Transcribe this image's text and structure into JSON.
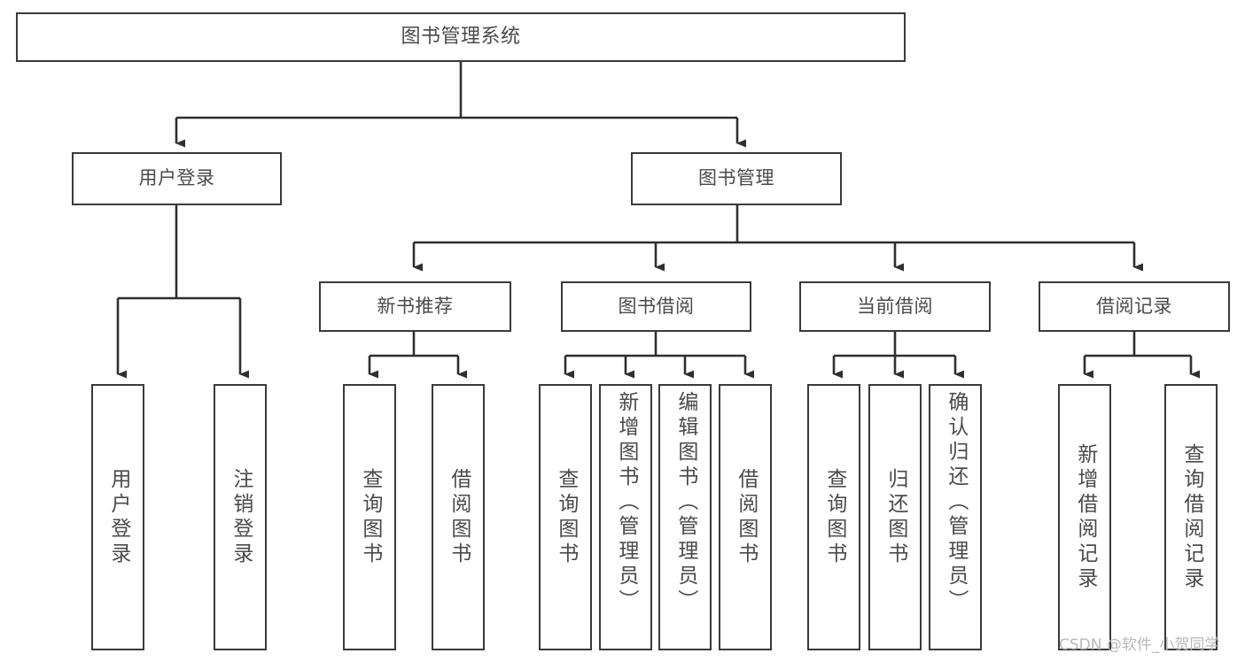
{
  "diagram": {
    "type": "tree-hierarchy",
    "title": "图书管理系统",
    "orientation": "top-down",
    "colors": {
      "box_border": "#3a3a3a",
      "box_fill": "#ffffff",
      "text": "#4a4a4a",
      "edge": "#2f2f2f",
      "watermark": "#b9b9b9",
      "background": "#ffffff"
    },
    "root": {
      "id": "root",
      "label": "图书管理系统"
    },
    "level1": [
      {
        "id": "user-login",
        "label": "用户登录"
      },
      {
        "id": "book-manage",
        "label": "图书管理"
      }
    ],
    "level2": [
      {
        "id": "new-book-rec",
        "label": "新书推荐",
        "parent": "book-manage"
      },
      {
        "id": "book-borrow",
        "label": "图书借阅",
        "parent": "book-manage"
      },
      {
        "id": "current-borrow",
        "label": "当前借阅",
        "parent": "book-manage"
      },
      {
        "id": "borrow-record",
        "label": "借阅记录",
        "parent": "book-manage"
      }
    ],
    "leaves": [
      {
        "id": "leaf-user-login",
        "label": "用户登录",
        "parent": "user-login"
      },
      {
        "id": "leaf-user-logout",
        "label": "注销登录",
        "parent": "user-login"
      },
      {
        "id": "leaf-query-book-1",
        "label": "查询图书",
        "parent": "new-book-rec"
      },
      {
        "id": "leaf-borrow-book-1",
        "label": "借阅图书",
        "parent": "new-book-rec"
      },
      {
        "id": "leaf-query-book-2",
        "label": "查询图书",
        "parent": "book-borrow"
      },
      {
        "id": "leaf-add-book",
        "label": "新增图书（管理员）",
        "parent": "book-borrow"
      },
      {
        "id": "leaf-edit-book",
        "label": "编辑图书（管理员）",
        "parent": "book-borrow"
      },
      {
        "id": "leaf-borrow-book-2",
        "label": "借阅图书",
        "parent": "book-borrow"
      },
      {
        "id": "leaf-query-book-3",
        "label": "查询图书",
        "parent": "current-borrow"
      },
      {
        "id": "leaf-return-book",
        "label": "归还图书",
        "parent": "current-borrow"
      },
      {
        "id": "leaf-confirm-return",
        "label": "确认归还（管理员）",
        "parent": "current-borrow"
      },
      {
        "id": "leaf-add-record",
        "label": "新增借阅记录",
        "parent": "borrow-record"
      },
      {
        "id": "leaf-query-record",
        "label": "查询借阅记录",
        "parent": "borrow-record"
      }
    ]
  },
  "watermark": {
    "text": "CSDN @软件_小贺同学"
  }
}
